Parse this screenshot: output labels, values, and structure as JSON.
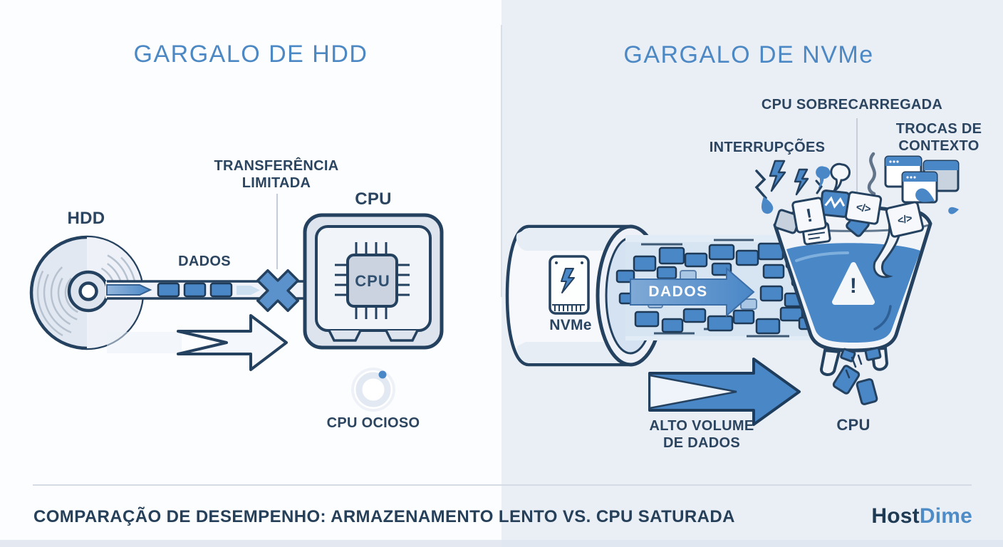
{
  "left_panel": {
    "title": "GARGALO DE HDD",
    "hdd_label": "HDD",
    "dados_label": "DADOS",
    "transfer_label_line1": "TRANSFERÊNCIA",
    "transfer_label_line2": "LIMITADA",
    "cpu_title_label": "CPU",
    "cpu_chip_text": "CPU",
    "cpu_idle_label": "CPU OCIOSO"
  },
  "right_panel": {
    "title": "GARGALO DE NVMe",
    "cpu_overloaded_label": "CPU SOBRECARREGADA",
    "interrupts_label": "INTERRUPÇÕES",
    "context_switch_line1": "TROCAS DE",
    "context_switch_line2": "CONTEXTO",
    "nvme_label": "NVMe",
    "dados_arrow_label": "DADOS",
    "warning_glyph": "!",
    "exclaim_tile_glyph": "!",
    "code_tile_glyph": "</>",
    "high_volume_line1": "ALTO VOLUME",
    "high_volume_line2": "DE DADOS",
    "cpu_label": "CPU"
  },
  "footer": {
    "caption": "COMPARAÇÃO DE DESEMPENHO: ARMAZENAMENTO LENTO VS. CPU SATURADA",
    "brand_part1": "Host",
    "brand_part2": "Dime"
  },
  "colors": {
    "background_left": "#fcfdfe",
    "background_right": "#eaeef5",
    "title_blue": "#4c88c4",
    "text_navy": "#2b4560",
    "outline_navy": "#24415f",
    "fill_blue": "#4a87c7",
    "light_blue": "#d7e4f2",
    "brand_navy": "#1f3a53",
    "brand_blue": "#4e8cc7"
  }
}
